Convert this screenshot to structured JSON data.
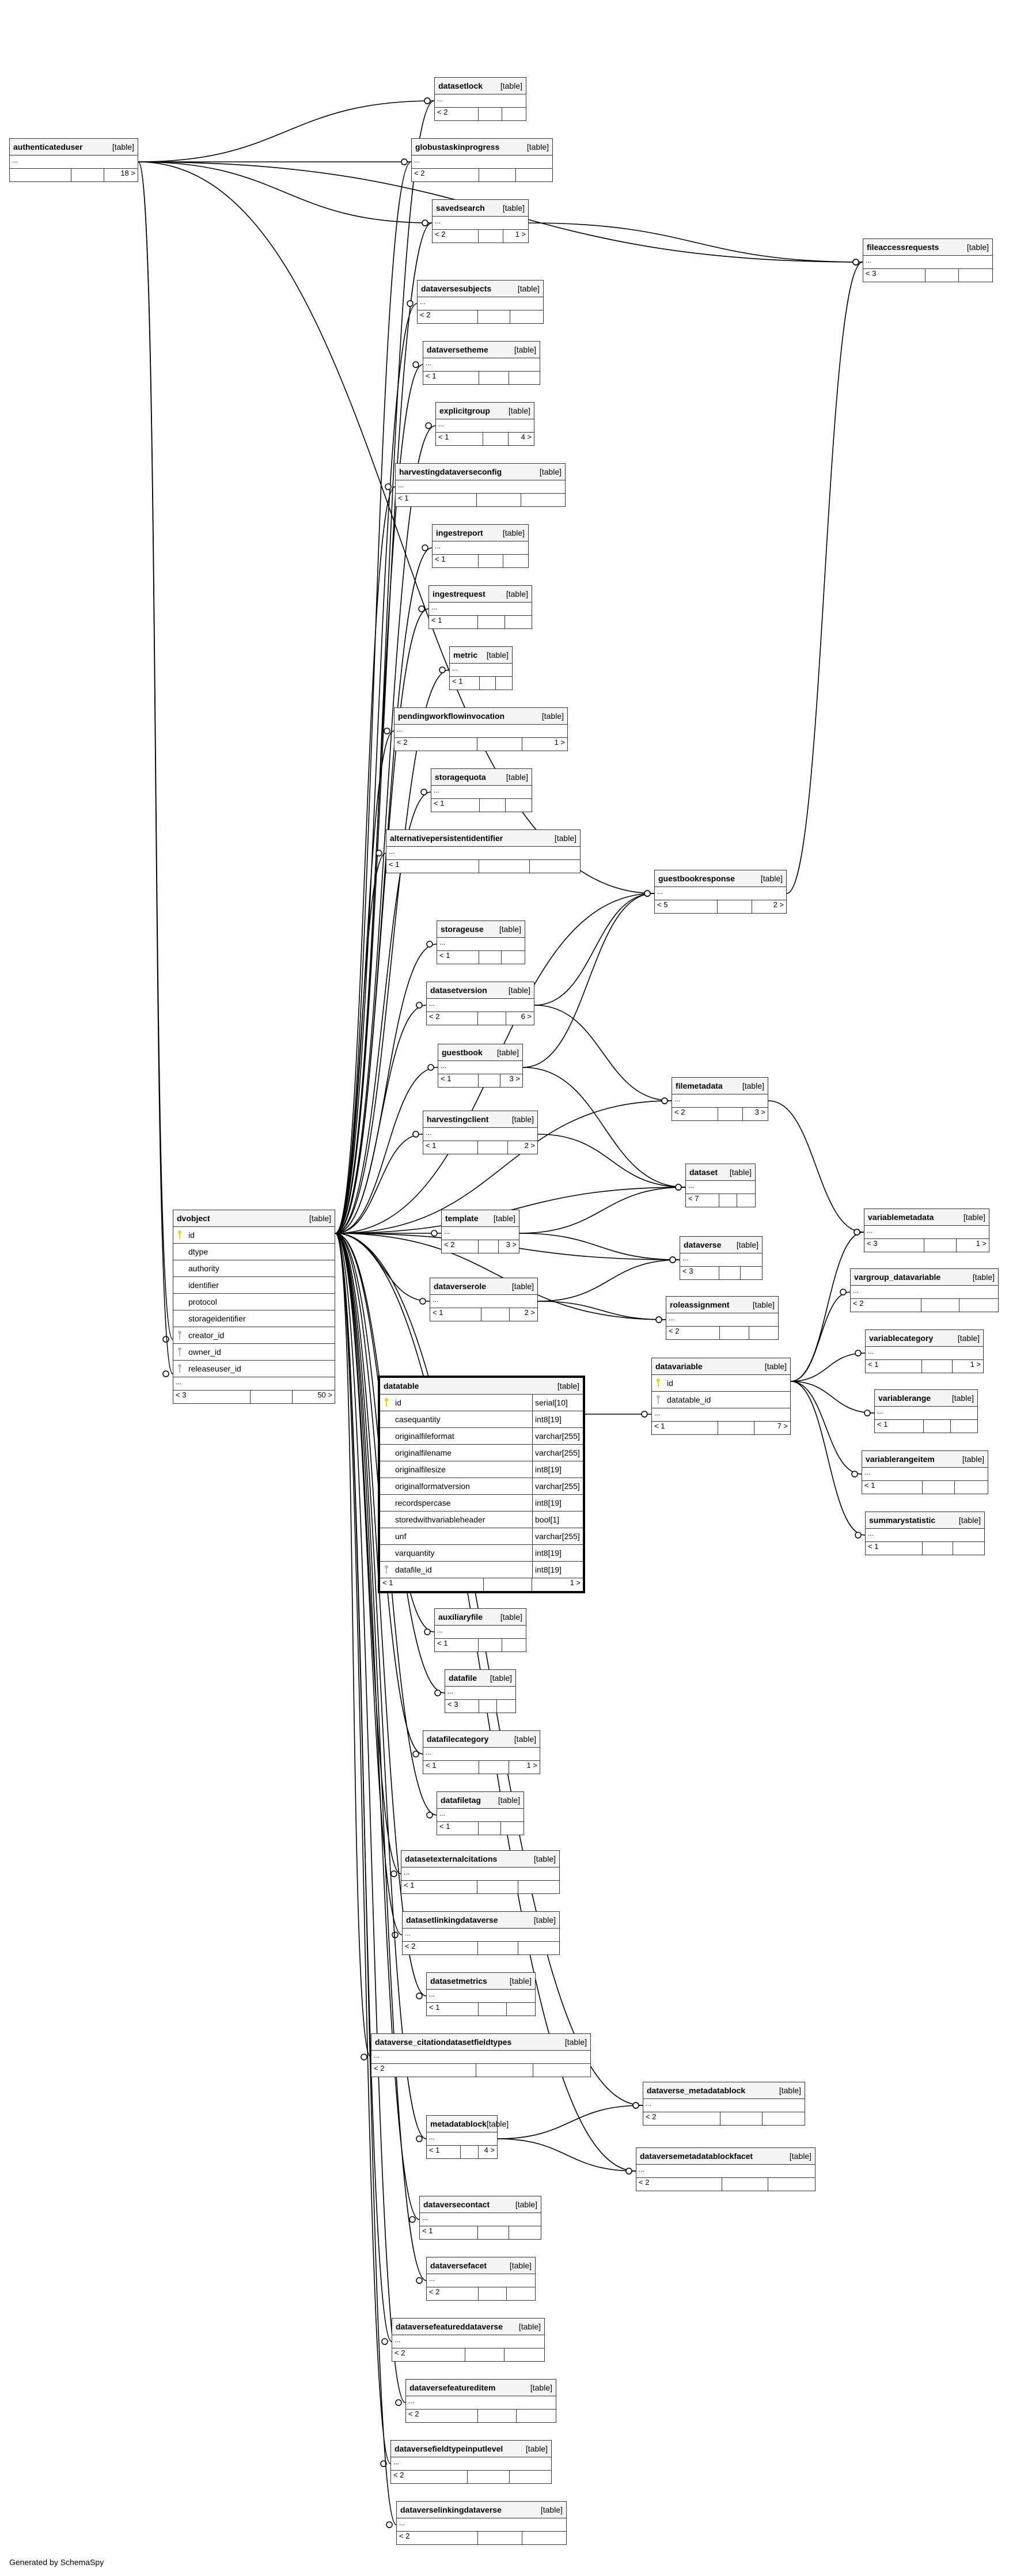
{
  "diagram": {
    "type_label": "[table]",
    "footer": "Generated by SchemaSpy",
    "tables": [
      {
        "name": "authenticateduser",
        "parents": "",
        "children": "18 >"
      },
      {
        "name": "datasetlock",
        "parents": "< 2",
        "children": ""
      },
      {
        "name": "globustaskinprogress",
        "parents": "< 2",
        "children": ""
      },
      {
        "name": "savedsearch",
        "parents": "< 2",
        "children": "1 >"
      },
      {
        "name": "fileaccessrequests",
        "parents": "< 3",
        "children": ""
      },
      {
        "name": "dataversesubjects",
        "parents": "< 2",
        "children": ""
      },
      {
        "name": "dataversetheme",
        "parents": "< 1",
        "children": ""
      },
      {
        "name": "explicitgroup",
        "parents": "< 1",
        "children": "4 >"
      },
      {
        "name": "harvestingdataverseconfig",
        "parents": "< 1",
        "children": ""
      },
      {
        "name": "ingestreport",
        "parents": "< 1",
        "children": ""
      },
      {
        "name": "ingestrequest",
        "parents": "< 1",
        "children": ""
      },
      {
        "name": "metric",
        "parents": "< 1",
        "children": ""
      },
      {
        "name": "pendingworkflowinvocation",
        "parents": "< 2",
        "children": "1 >"
      },
      {
        "name": "storagequota",
        "parents": "< 1",
        "children": ""
      },
      {
        "name": "alternativepersistentidentifier",
        "parents": "< 1",
        "children": ""
      },
      {
        "name": "guestbookresponse",
        "parents": "< 5",
        "children": "2 >"
      },
      {
        "name": "storageuse",
        "parents": "< 1",
        "children": ""
      },
      {
        "name": "datasetversion",
        "parents": "< 2",
        "children": "6 >"
      },
      {
        "name": "guestbook",
        "parents": "< 1",
        "children": "3 >"
      },
      {
        "name": "filemetadata",
        "parents": "< 2",
        "children": "3 >"
      },
      {
        "name": "harvestingclient",
        "parents": "< 1",
        "children": "2 >"
      },
      {
        "name": "dataset",
        "parents": "< 7",
        "children": ""
      },
      {
        "name": "template",
        "parents": "< 2",
        "children": "3 >"
      },
      {
        "name": "dataverse",
        "parents": "< 3",
        "children": ""
      },
      {
        "name": "variablemetadata",
        "parents": "< 3",
        "children": "1 >"
      },
      {
        "name": "vargroup_datavariable",
        "parents": "< 2",
        "children": ""
      },
      {
        "name": "dataverserole",
        "parents": "< 1",
        "children": "2 >"
      },
      {
        "name": "roleassignment",
        "parents": "< 2",
        "children": ""
      },
      {
        "name": "variablecategory",
        "parents": "< 1",
        "children": "1 >"
      },
      {
        "name": "variablerange",
        "parents": "< 1",
        "children": ""
      },
      {
        "name": "variablerangeitem",
        "parents": "< 1",
        "children": ""
      },
      {
        "name": "summarystatistic",
        "parents": "< 1",
        "children": ""
      },
      {
        "name": "auxiliaryfile",
        "parents": "< 1",
        "children": ""
      },
      {
        "name": "datafile",
        "parents": "< 3",
        "children": ""
      },
      {
        "name": "datafilecategory",
        "parents": "< 1",
        "children": "1 >"
      },
      {
        "name": "datafiletag",
        "parents": "< 1",
        "children": ""
      },
      {
        "name": "datasetexternalcitations",
        "parents": "< 1",
        "children": ""
      },
      {
        "name": "datasetlinkingdataverse",
        "parents": "< 2",
        "children": ""
      },
      {
        "name": "datasetmetrics",
        "parents": "< 1",
        "children": ""
      },
      {
        "name": "dataverse_citationdatasetfieldtypes",
        "parents": "< 2",
        "children": ""
      },
      {
        "name": "dataverse_metadatablock",
        "parents": "< 2",
        "children": ""
      },
      {
        "name": "metadatablock",
        "parents": "< 1",
        "children": "4 >"
      },
      {
        "name": "dataversemetadatablockfacet",
        "parents": "< 2",
        "children": ""
      },
      {
        "name": "dataversecontact",
        "parents": "< 1",
        "children": ""
      },
      {
        "name": "dataversefacet",
        "parents": "< 2",
        "children": ""
      },
      {
        "name": "dataversefeatureddataverse",
        "parents": "< 2",
        "children": ""
      },
      {
        "name": "dataversefeatureditem",
        "parents": "< 2",
        "children": ""
      },
      {
        "name": "dataversefieldtypeinputlevel",
        "parents": "< 2",
        "children": ""
      },
      {
        "name": "dataverselinkingdataverse",
        "parents": "< 2",
        "children": ""
      }
    ],
    "dvobject": {
      "name": "dvobject",
      "columns": [
        {
          "name": "id",
          "key": "pk"
        },
        {
          "name": "dtype",
          "key": ""
        },
        {
          "name": "authority",
          "key": ""
        },
        {
          "name": "identifier",
          "key": ""
        },
        {
          "name": "protocol",
          "key": ""
        },
        {
          "name": "storageidentifier",
          "key": ""
        },
        {
          "name": "creator_id",
          "key": "fk"
        },
        {
          "name": "owner_id",
          "key": "fk"
        },
        {
          "name": "releaseuser_id",
          "key": "fk"
        }
      ],
      "ellipsis": "...",
      "parents": "< 3",
      "children": "50 >"
    },
    "datatable": {
      "name": "datatable",
      "columns": [
        {
          "name": "id",
          "type": "serial[10]",
          "key": "pk"
        },
        {
          "name": "casequantity",
          "type": "int8[19]",
          "key": ""
        },
        {
          "name": "originalfileformat",
          "type": "varchar[255]",
          "key": ""
        },
        {
          "name": "originalfilename",
          "type": "varchar[255]",
          "key": ""
        },
        {
          "name": "originalfilesize",
          "type": "int8[19]",
          "key": ""
        },
        {
          "name": "originalformatversion",
          "type": "varchar[255]",
          "key": ""
        },
        {
          "name": "recordspercase",
          "type": "int8[19]",
          "key": ""
        },
        {
          "name": "storedwithvariableheader",
          "type": "bool[1]",
          "key": ""
        },
        {
          "name": "unf",
          "type": "varchar[255]",
          "key": ""
        },
        {
          "name": "varquantity",
          "type": "int8[19]",
          "key": ""
        },
        {
          "name": "datafile_id",
          "type": "int8[19]",
          "key": "fk"
        }
      ],
      "parents": "< 1",
      "children": "1 >"
    },
    "datavariable": {
      "name": "datavariable",
      "columns": [
        {
          "name": "id",
          "key": "pk"
        },
        {
          "name": "datatable_id",
          "key": "fk"
        }
      ],
      "ellipsis": "...",
      "parents": "< 1",
      "children": "7 >"
    },
    "ellipsis": "..."
  }
}
